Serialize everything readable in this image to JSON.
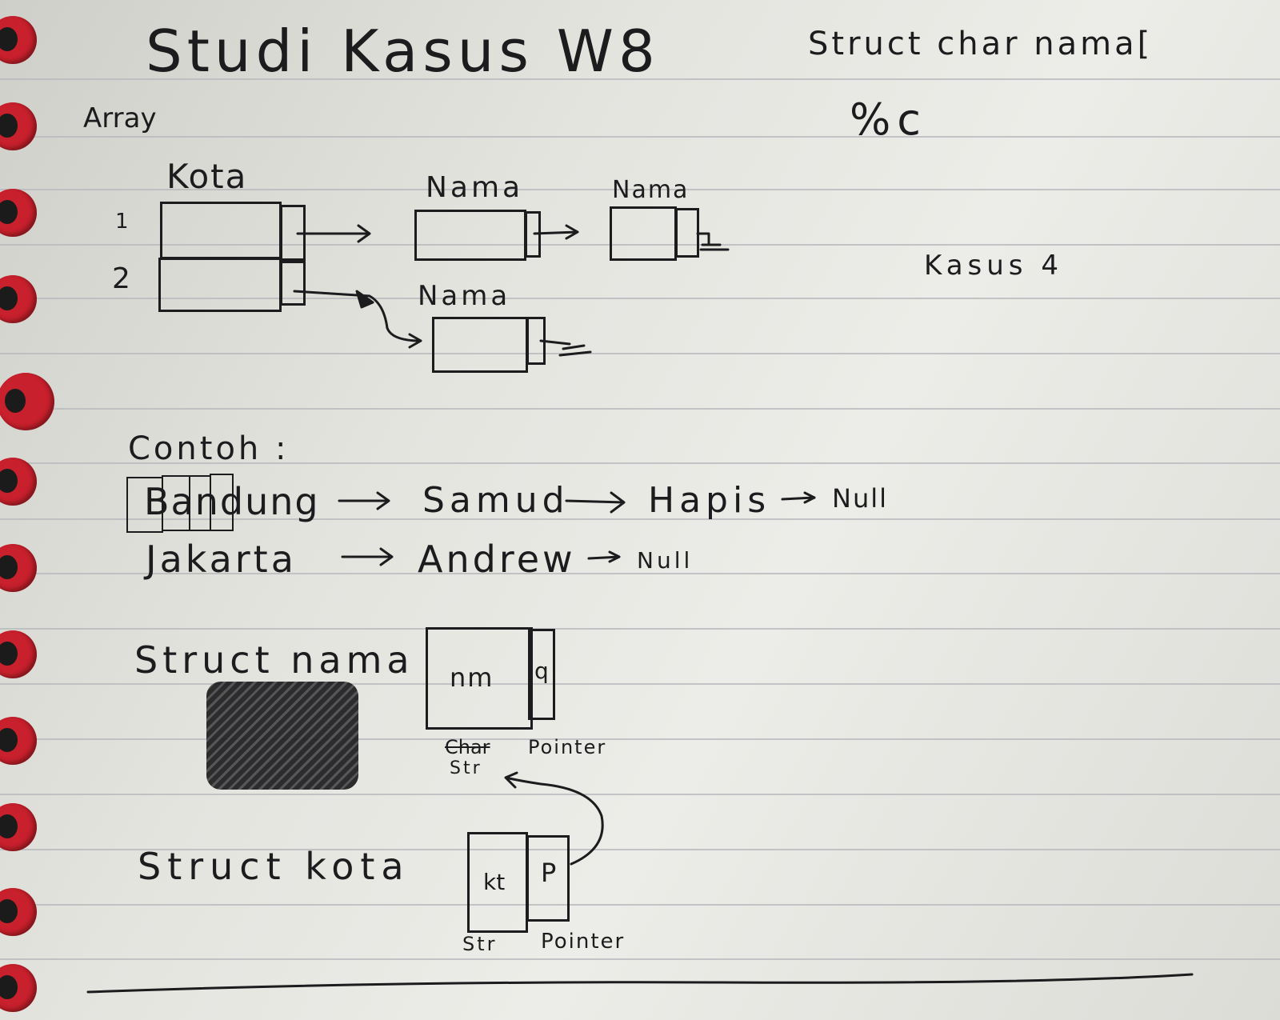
{
  "title": "Studi Kasus W8",
  "section_array": "Array",
  "top_right": {
    "line1": "Struct char nama[",
    "line2": "%c",
    "kasus": "Kasus 4"
  },
  "diagram": {
    "kota_label": "Kota",
    "row_numbers": [
      "1",
      "2"
    ],
    "nama_labels": [
      "Nama",
      "Nama",
      "Nama"
    ]
  },
  "contoh": {
    "label": "Contoh :",
    "rows": [
      {
        "items": [
          "Bandung",
          "Samud",
          "Hapis",
          "Null"
        ]
      },
      {
        "items": [
          "Jakarta",
          "Andrew",
          "Null"
        ]
      }
    ]
  },
  "struct_nama": {
    "label": "Struct nama",
    "field": "nm",
    "pointer_field": "q",
    "caption_type": "Char",
    "caption_str": "Str",
    "caption_pointer": "Pointer"
  },
  "struct_kota": {
    "label": "Struct kota",
    "field": "kt",
    "pointer_field": "P",
    "caption_str": "Str",
    "caption_pointer": "Pointer"
  }
}
